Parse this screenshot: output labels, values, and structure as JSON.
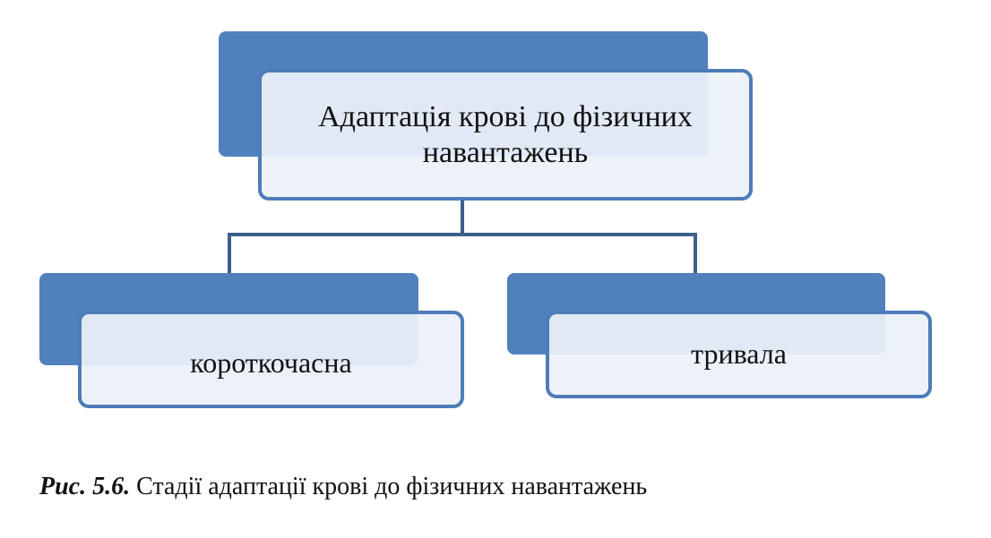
{
  "diagram": {
    "root": {
      "label": "Адаптація крові до фізичних навантажень"
    },
    "children": [
      {
        "label": "короткочасна"
      },
      {
        "label": "тривала"
      }
    ],
    "colors": {
      "block_fill": "#5081bd",
      "box_border": "#4d7cb8",
      "box_fill": "#ecf1f9",
      "connector": "#3b5f8a"
    }
  },
  "caption": {
    "prefix": "Рис. 5.6.",
    "text": " Стадії адаптації крові до фізичних навантажень"
  }
}
